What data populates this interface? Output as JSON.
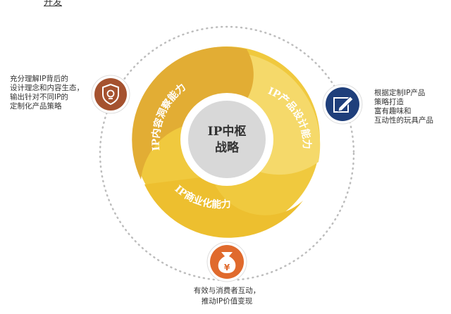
{
  "top_text": "开发",
  "center": {
    "line1": "IP中枢",
    "line2": "战略"
  },
  "rings": {
    "left": "IP内容洞察能力",
    "right": "IP产品设计能力",
    "bottom": "IP商业化能力"
  },
  "callouts": {
    "left": "充分理解IP背后的\n设计理念和内容生态，\n输出针对不同IP的\n定制化产品策略",
    "right": "根据定制IP产品\n策略打造\n富有趣味和\n互动性的玩具产品",
    "bottom_line1": "有效与消费者互动，",
    "bottom_line2": "推动IP价值变现"
  },
  "icons": {
    "left": "shield-bulb-icon",
    "right": "edit-pen-icon",
    "bottom": "money-bag-yuan-icon"
  },
  "colors": {
    "ring_dark": "#E2AD34",
    "ring_mid": "#F0C93E",
    "ring_light": "#F5D96A",
    "center_gray": "#D8D8D8",
    "left_icon_bg": "#A5522F",
    "right_icon_bg": "#1F3F7B",
    "bottom_icon_bg": "#E06A2D",
    "dotted": "#BDBDBD"
  }
}
